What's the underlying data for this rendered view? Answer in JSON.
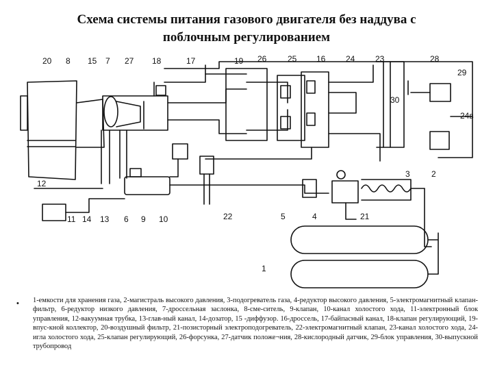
{
  "title": {
    "line1": "Схема системы питания газового двигателя без наддува с",
    "line2": "поблочным регулированием"
  },
  "callouts": [
    "20",
    "8",
    "15",
    "7",
    "27",
    "18",
    "17",
    "19",
    "26",
    "25",
    "16",
    "24",
    "23",
    "28",
    "29",
    "30",
    "24в",
    "2",
    "3",
    "12",
    "11",
    "14",
    "13",
    "6",
    "9",
    "10",
    "22",
    "5",
    "4",
    "21",
    "1"
  ],
  "legend": "1-емкости для хранения газа, 2-магистраль высокого давления, 3-подогреватель газа, 4-редуктор высокого давления, 5-электромагнитный клапан-фильтр, 6-редуктор низкого давления, 7-дроссельная заслонка, 8-сме-ситель, 9-клапан, 10-канал холостого хода, 11-электронный блок управления, 12-вакуумная трубка, 13-глав-ный канал, 14-дозатор, 15 -диффузор. 16-дроссель, 17-байпасный канал, 18-клапан регулирующий, 19-впус-кной коллектор, 20-воздушный фильтр, 21-позисторный электроподогреватель, 22-электромагнитный клапан, 23-канал холостого хода, 24-игла холостого хода, 25-клапан регулирующий, 26-форсунка, 27-датчик положе¬ния, 28-кислородный датчик, 29-блок управления, 30-выпускной трубопровод",
  "bullet": "•"
}
